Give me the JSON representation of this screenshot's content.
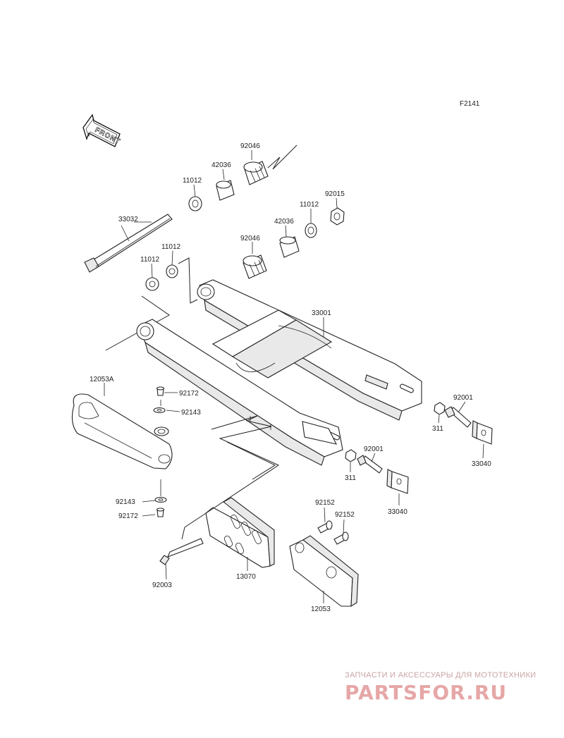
{
  "figure": {
    "code": "F2141",
    "front_marker": "FRONT"
  },
  "callouts": {
    "p33032": "33032",
    "p11012_a": "11012",
    "p42036_a": "42036",
    "p92046_a": "92046",
    "p92015": "92015",
    "p11012_b": "11012",
    "p42036_b": "42036",
    "p92046_b": "92046",
    "p11012_c": "11012",
    "p11012_d": "11012",
    "p33001": "33001",
    "p12053A": "12053A",
    "p92172_a": "92172",
    "p92143_a": "92143",
    "p92143_b": "92143",
    "p92172_b": "92172",
    "p92001_a": "92001",
    "p311_a": "311",
    "p33040_a": "33040",
    "p92001_b": "92001",
    "p311_b": "311",
    "p33040_b": "33040",
    "p92152_a": "92152",
    "p92152_b": "92152",
    "p92003": "92003",
    "p13070": "13070",
    "p12053": "12053"
  },
  "watermark": {
    "tagline": "ЗАПЧАСТИ И АКСЕССУАРЫ ДЛЯ МОТОТЕХНИКИ",
    "brand": "PARTSFOR.RU"
  }
}
